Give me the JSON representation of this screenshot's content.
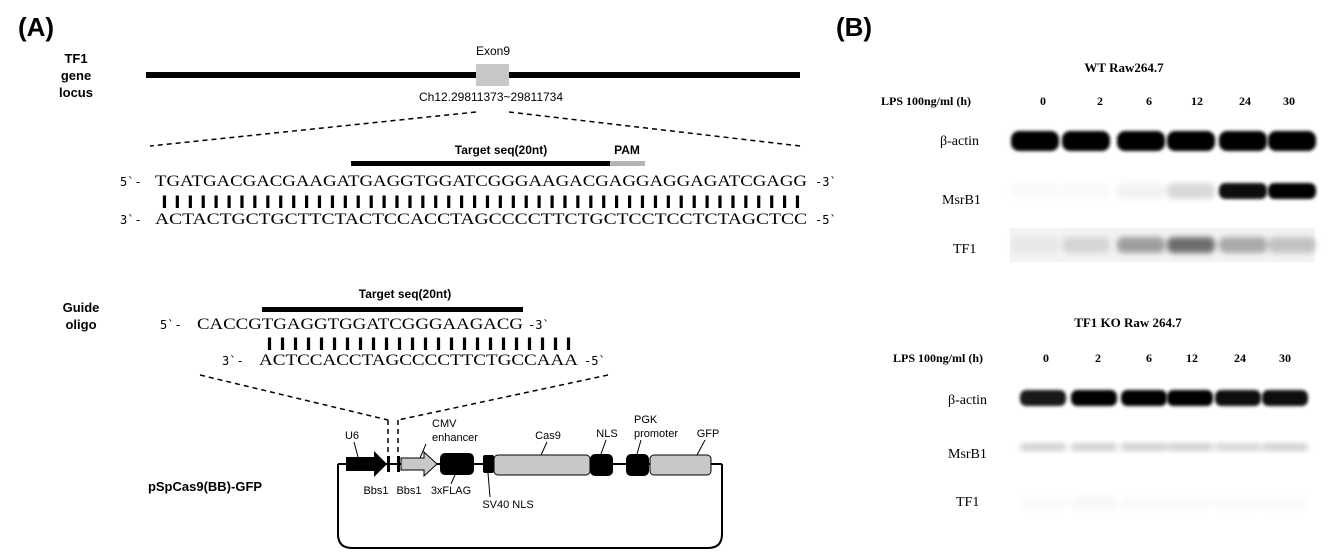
{
  "panel_a": {
    "label": "(A)",
    "locus": {
      "label_line1": "TF1",
      "label_line2": "gene",
      "label_line3": "locus",
      "exon_label": "Exon9",
      "coords": "Ch12.29811373~29811734"
    },
    "dna": {
      "target_label": "Target seq(20nt)",
      "pam_label": "PAM",
      "top_prefix": "5`-",
      "top_seq": "TGATGACGACGAAGATGAGGTGGATCGGGAAGACGAGGAGGAGATCGAGG",
      "top_suffix": "-3`",
      "bonds": "||||||||||||||||||||||||||||||||||||||||||||||||||",
      "bottom_prefix": "3`-",
      "bottom_seq": "ACTACTGCTGCTTCTACTCCACCTAGCCCCTTCTGCTCCTCCTCTAGCTCC",
      "bottom_suffix": "-5`"
    },
    "guide": {
      "label_line1": "Guide",
      "label_line2": "oligo",
      "target_label": "Target seq(20nt)",
      "top_prefix": "5`-",
      "top_seq": "CACCGTGAGGTGGATCGGGAAGACG",
      "top_suffix": "-3`",
      "bonds": "||||||||||||||||||||||||",
      "bottom_prefix": "3`-",
      "bottom_seq": "ACTCCACCTAGCCCCTTCTGCCAAA",
      "bottom_suffix": "-5`"
    },
    "plasmid": {
      "name": "pSpCas9(BB)-GFP",
      "u6": "U6",
      "bbs1_a": "Bbs1",
      "bbs1_b": "Bbs1",
      "cmv_line1": "CMV",
      "cmv_line2": "enhancer",
      "flag": "3xFLAG",
      "sv40": "SV40 NLS",
      "cas9": "Cas9",
      "nls": "NLS",
      "pgk_line1": "PGK",
      "pgk_line2": "promoter",
      "gfp": "GFP"
    }
  },
  "panel_b": {
    "label": "(B)",
    "blots": [
      {
        "title": "WT Raw264.7",
        "lps_label": "LPS 100ng/ml (h)",
        "timepoints": [
          "0",
          "2",
          "6",
          "12",
          "24",
          "30"
        ],
        "rows": [
          {
            "name": "β-actin",
            "intensities": [
              1.0,
              1.0,
              1.0,
              1.0,
              1.0,
              1.0
            ]
          },
          {
            "name": "MsrB1",
            "intensities": [
              0.0,
              0.0,
              0.05,
              0.15,
              0.95,
              1.0
            ]
          },
          {
            "name": "TF1",
            "intensities": [
              0.05,
              0.12,
              0.35,
              0.55,
              0.3,
              0.2
            ]
          }
        ]
      },
      {
        "title": "TF1 KO Raw 264.7",
        "lps_label": "LPS 100ng/ml (h)",
        "timepoints": [
          "0",
          "2",
          "6",
          "12",
          "24",
          "30"
        ],
        "rows": [
          {
            "name": "β-actin",
            "intensities": [
              0.9,
              1.0,
              1.0,
              1.0,
              0.95,
              0.95
            ]
          },
          {
            "name": "MsrB1",
            "intensities": [
              0.2,
              0.2,
              0.2,
              0.2,
              0.18,
              0.2
            ]
          },
          {
            "name": "TF1",
            "intensities": [
              0.0,
              0.03,
              0.0,
              0.0,
              0.0,
              0.0
            ]
          }
        ]
      }
    ]
  }
}
